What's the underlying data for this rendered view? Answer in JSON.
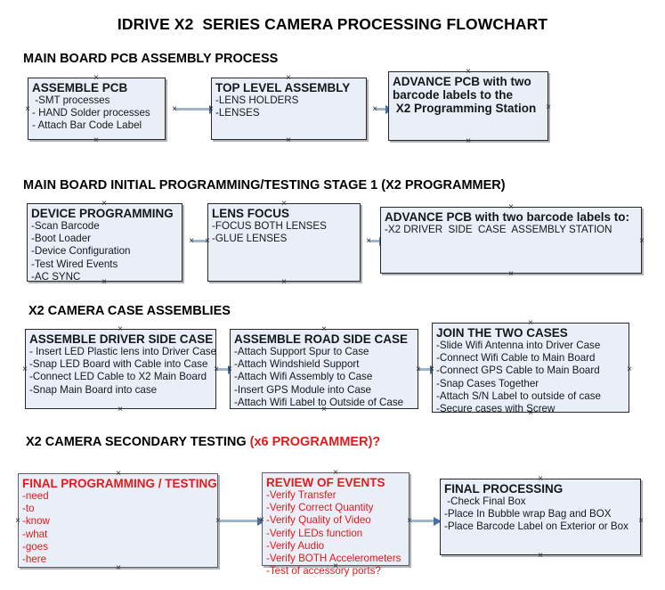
{
  "document": {
    "title": "IDRIVE X2  SERIES CAMERA PROCESSING FLOWCHART"
  },
  "sections": [
    {
      "id": "main-board-pcb-assembly",
      "heading": "MAIN BOARD PCB ASSEMBLY PROCESS",
      "heading_red": "",
      "boxes": [
        {
          "id": "assemble-pcb",
          "title": "ASSEMBLE PCB",
          "lines": [
            " -SMT processes",
            "- HAND Solder processes",
            "- Attach Bar Code Label"
          ]
        },
        {
          "id": "top-level-assembly",
          "title": "TOP LEVEL ASSEMBLY",
          "lines": [
            "-LENS HOLDERS",
            "-LENSES"
          ]
        },
        {
          "id": "advance-pcb-to-x2-programming-station",
          "title": "ADVANCE PCB with two",
          "lines": [
            "barcode labels to the",
            " X2 Programming Station"
          ],
          "all_bold": true
        }
      ]
    },
    {
      "id": "main-board-initial-programming",
      "heading": "MAIN BOARD INITIAL PROGRAMMING/TESTING STAGE 1 (X2 PROGRAMMER)",
      "heading_red": "",
      "boxes": [
        {
          "id": "device-programming",
          "title": "DEVICE PROGRAMMING",
          "lines": [
            "-Scan Barcode",
            "-Boot Loader",
            "-Device Configuration",
            "-Test Wired Events",
            "-AC SYNC"
          ]
        },
        {
          "id": "lens-focus",
          "title": "LENS FOCUS",
          "lines": [
            "-FOCUS BOTH LENSES",
            "-GLUE LENSES"
          ]
        },
        {
          "id": "advance-pcb-to-driver-side-case-station",
          "title": "ADVANCE PCB with two barcode labels to:",
          "lines": [
            "-X2 DRIVER  SIDE  CASE  ASSEMBLY STATION"
          ]
        }
      ]
    },
    {
      "id": "x2-camera-case-assemblies",
      "heading": "X2 CAMERA CASE ASSEMBLIES",
      "heading_red": "",
      "boxes": [
        {
          "id": "assemble-driver-side-case",
          "title": "ASSEMBLE DRIVER SIDE CASE",
          "lines": [
            "- Insert LED Plastic lens into Driver Case",
            "-Snap LED Board with Cable into Case",
            "-Connect LED Cable to X2 Main Board",
            "-Snap Main Board into case"
          ]
        },
        {
          "id": "assemble-road-side-case",
          "title": "ASSEMBLE ROAD SIDE CASE",
          "lines": [
            "-Attach Support Spur to Case",
            "-Attach Windshield Support",
            "-Attach Wifi Assembly to Case",
            "-Insert GPS Module into Case",
            "-Attach Wifi Label to Outside of Case"
          ]
        },
        {
          "id": "join-the-two-cases",
          "title": "JOIN THE TWO CASES",
          "lines": [
            "-Slide Wifi Antenna into Driver Case",
            "-Connect Wifi Cable to Main Board",
            "-Connect GPS Cable to Main Board",
            "-Snap Cases Together",
            "-Attach S/N Label to outside of case",
            "-Secure cases with Screw"
          ]
        }
      ]
    },
    {
      "id": "x2-camera-secondary-testing",
      "heading": "X2 CAMERA SECONDARY TESTING ",
      "heading_red": "(x6 PROGRAMMER)?",
      "boxes": [
        {
          "id": "final-programming-testing",
          "title": "FINAL PROGRAMMING / TESTING",
          "lines": [
            "-need",
            "-to",
            "-know",
            "-what",
            "-goes",
            "-here"
          ]
        },
        {
          "id": "review-of-events",
          "title": "REVIEW OF EVENTS",
          "lines": [
            "-Verify Transfer",
            "-Verify Correct Quantity",
            "-Verify Quality of Video",
            "-Verify LEDs function",
            "-Verify Audio",
            "-Verify BOTH Accelerometers"
          ],
          "overflow_line": "-Test of accessory ports?"
        },
        {
          "id": "final-processing",
          "title": "FINAL PROCESSING",
          "lines": [
            " -Check Final Box",
            "-Place In Bubble wrap Bag and BOX",
            "-Place Barcode Label on Exterior or Box"
          ]
        }
      ]
    }
  ],
  "colors": {
    "box_fill": "#e9eef7",
    "box_border": "#26272b",
    "connector": "#9fb4cd",
    "arrow_head": "#4a6fa5",
    "accent_red": "#e01b1b",
    "text": "#14181e",
    "page_background": "#ffffff"
  }
}
